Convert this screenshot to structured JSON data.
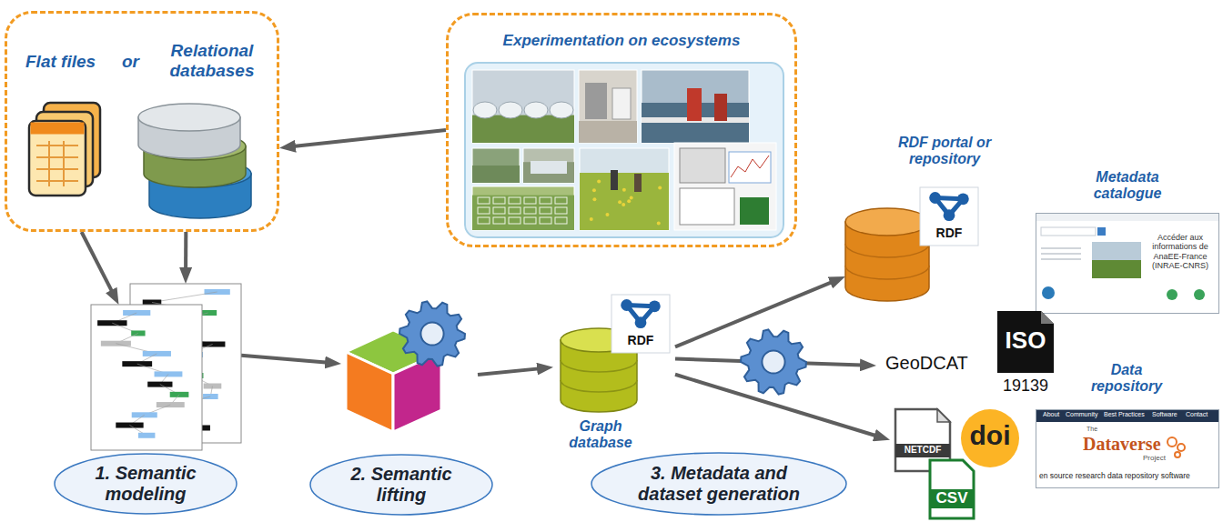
{
  "diagram": {
    "nodes": [
      {
        "text": [
          "Flat files",
          "or",
          "Relational databases"
        ]
      },
      {
        "text": [
          "Experimentation on ecosystems"
        ]
      },
      {
        "text": [
          "1. Semantic modeling"
        ]
      },
      {
        "text": [
          "2. Semantic lifting"
        ]
      },
      {
        "text": [
          "RDF",
          "Graph database"
        ]
      },
      {
        "text": [
          "3. Metadata and dataset generation"
        ]
      },
      {
        "text": [
          "RDF portal or repository",
          "RDF"
        ]
      },
      {
        "text": [
          "Metadata catalogue",
          "Accéder aux informations de AnaEE-France (INRAE-CNRS)"
        ]
      },
      {
        "text": [
          "GeoDCAT",
          "ISO",
          "19139"
        ]
      },
      {
        "text": [
          "NETCDF",
          "doi",
          "CSV"
        ]
      },
      {
        "text": [
          "Data repository",
          "About",
          "Community",
          "Best Practices",
          "Software",
          "Contact",
          "The",
          "Dataverse",
          "Project",
          "en source research data repository software"
        ]
      }
    ],
    "edges": [
      {
        "from": 1,
        "to": 0,
        "arrow": "to"
      },
      {
        "from": 0,
        "to": 2,
        "arrow": "to"
      },
      {
        "from": 0,
        "to": 2,
        "arrow": "to"
      },
      {
        "from": 2,
        "to": 3,
        "arrow": "to"
      },
      {
        "from": 3,
        "to": 4,
        "arrow": "to"
      },
      {
        "from": 4,
        "to": 6,
        "arrow": "to"
      },
      {
        "from": 4,
        "to": 8,
        "arrow": "to"
      },
      {
        "from": 4,
        "to": 9,
        "arrow": "to"
      }
    ]
  }
}
